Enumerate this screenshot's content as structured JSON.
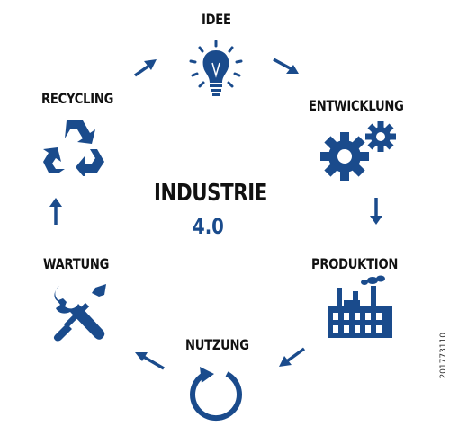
{
  "center": {
    "title": "INDUSTRIE",
    "subtitle": "4.0"
  },
  "steps": [
    {
      "label": "IDEE",
      "icon": "lightbulb-icon"
    },
    {
      "label": "ENTWICKLUNG",
      "icon": "gears-icon"
    },
    {
      "label": "PRODUKTION",
      "icon": "factory-icon"
    },
    {
      "label": "NUTZUNG",
      "icon": "cycle-icon"
    },
    {
      "label": "WARTUNG",
      "icon": "wrench-screwdriver-icon"
    },
    {
      "label": "RECYCLING",
      "icon": "recycle-icon"
    }
  ],
  "watermark": "201773110",
  "colors": {
    "accent": "#1a4b8c",
    "text": "#111111"
  }
}
